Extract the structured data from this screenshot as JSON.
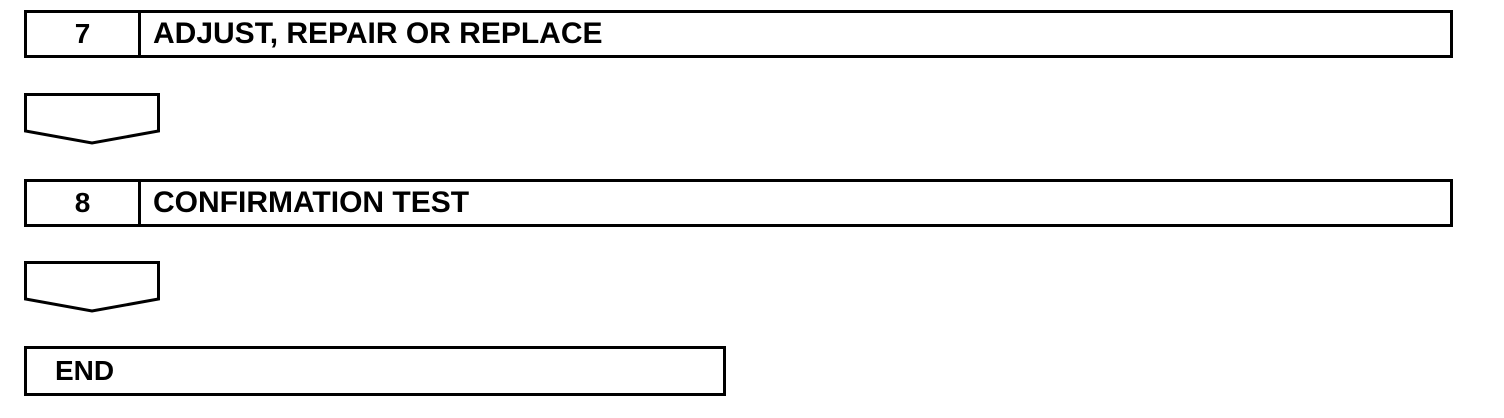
{
  "steps": [
    {
      "number": "7",
      "title": "ADJUST, REPAIR OR REPLACE"
    },
    {
      "number": "8",
      "title": "CONFIRMATION TEST"
    }
  ],
  "end": {
    "label": "END"
  },
  "colors": {
    "line": "#000000",
    "background": "#ffffff"
  },
  "icons": [
    "flow-arrow-down-icon"
  ]
}
